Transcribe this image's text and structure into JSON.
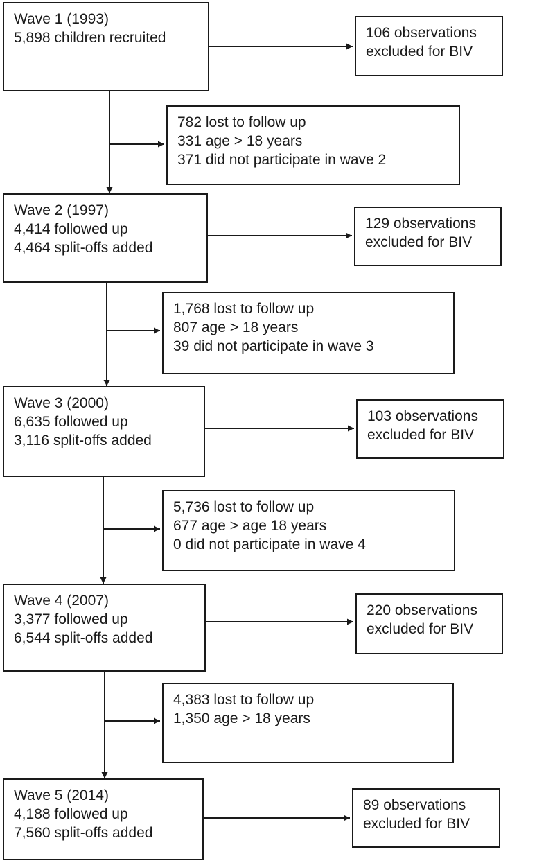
{
  "waves": [
    {
      "lines": [
        "Wave 1 (1993)",
        "5,898 children recruited"
      ]
    },
    {
      "lines": [
        "Wave 2 (1997)",
        "4,414 followed up",
        "4,464 split-offs added"
      ]
    },
    {
      "lines": [
        "Wave 3 (2000)",
        "6,635 followed up",
        "3,116 split-offs added"
      ]
    },
    {
      "lines": [
        "Wave 4 (2007)",
        "3,377 followed up",
        "6,544 split-offs added"
      ]
    },
    {
      "lines": [
        "Wave 5 (2014)",
        "4,188 followed up",
        "7,560 split-offs added"
      ]
    }
  ],
  "exclusions": [
    {
      "lines": [
        "106 observations",
        "excluded for BIV"
      ]
    },
    {
      "lines": [
        "129 observations",
        "excluded for BIV"
      ]
    },
    {
      "lines": [
        "103 observations",
        "excluded for BIV"
      ]
    },
    {
      "lines": [
        "220 observations",
        "excluded for BIV"
      ]
    },
    {
      "lines": [
        "89 observations",
        "excluded for BIV"
      ]
    }
  ],
  "losses": [
    {
      "lines": [
        "782 lost to follow up",
        "331 age > 18 years",
        "371 did not participate in wave 2"
      ]
    },
    {
      "lines": [
        "1,768 lost to follow up",
        "807 age > 18 years",
        "39 did not participate in wave 3"
      ]
    },
    {
      "lines": [
        "5,736 lost to follow up",
        "677 age > age 18 years",
        "0 did not participate in wave 4"
      ]
    },
    {
      "lines": [
        "4,383 lost to follow up",
        "1,350 age > 18 years"
      ]
    }
  ]
}
